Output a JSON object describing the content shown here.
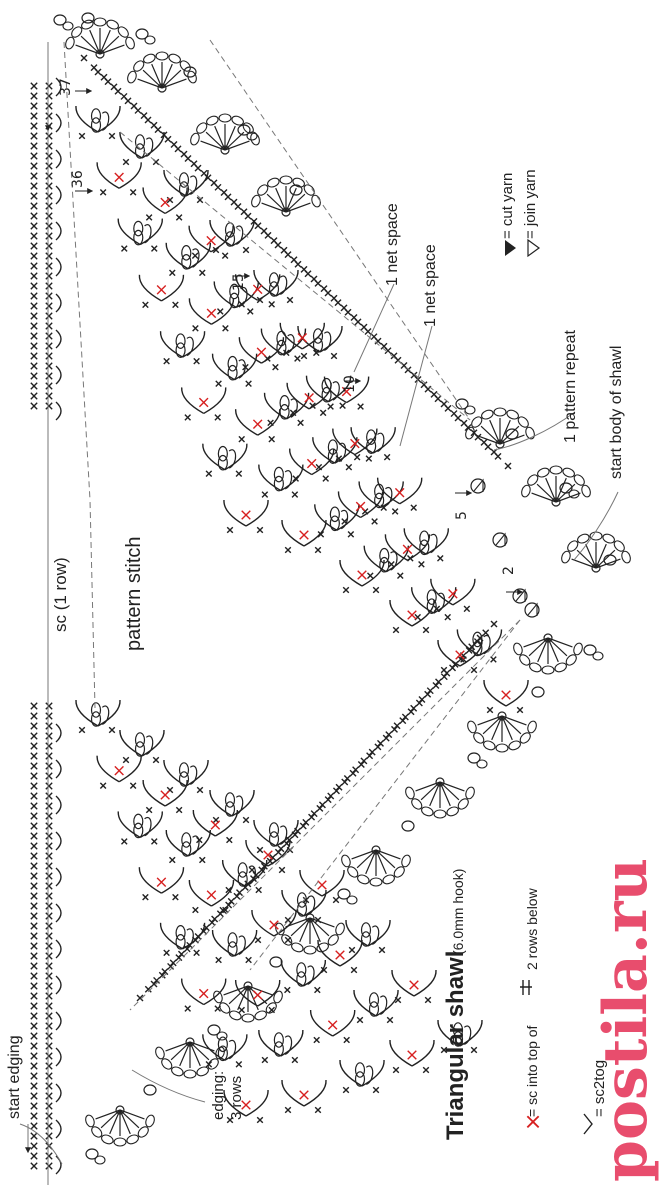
{
  "colors": {
    "ink": "#222222",
    "accent_red": "#d72020",
    "watermark": "#e84d6d",
    "guide": "#777777"
  },
  "labels": {
    "sc_row": "sc (1 row)",
    "pattern_stitch": "pattern stitch",
    "net_space_1": "1 net space",
    "net_space_2": "1 net space",
    "cut_yarn": "= cut yarn",
    "join_yarn": "= join yarn",
    "pattern_repeat": "1 pattern repeat",
    "start_body": "start body of shawl",
    "start_edging": "start edging",
    "edging_title": "edging:",
    "edging_rows": "3 rows",
    "title_main": "Triangular shawl",
    "title_sub": "(6.0mm hook)",
    "legend_red_text": "= sc into top of",
    "legend_red_suffix": "2 rows below",
    "legend_sc2tog": "= sc2tog",
    "watermark": "postila.ru"
  },
  "row_markers": [
    "37",
    "36",
    "15",
    "10",
    "5",
    "2"
  ],
  "symbols": {
    "cut_yarn_icon": "filled-triangle-icon",
    "join_yarn_icon": "outline-triangle-icon",
    "red_x_icon": "red-x-icon",
    "sc2tog_icon": "caret-icon",
    "tall_stitch_icon": "tall-stitch-icon"
  }
}
